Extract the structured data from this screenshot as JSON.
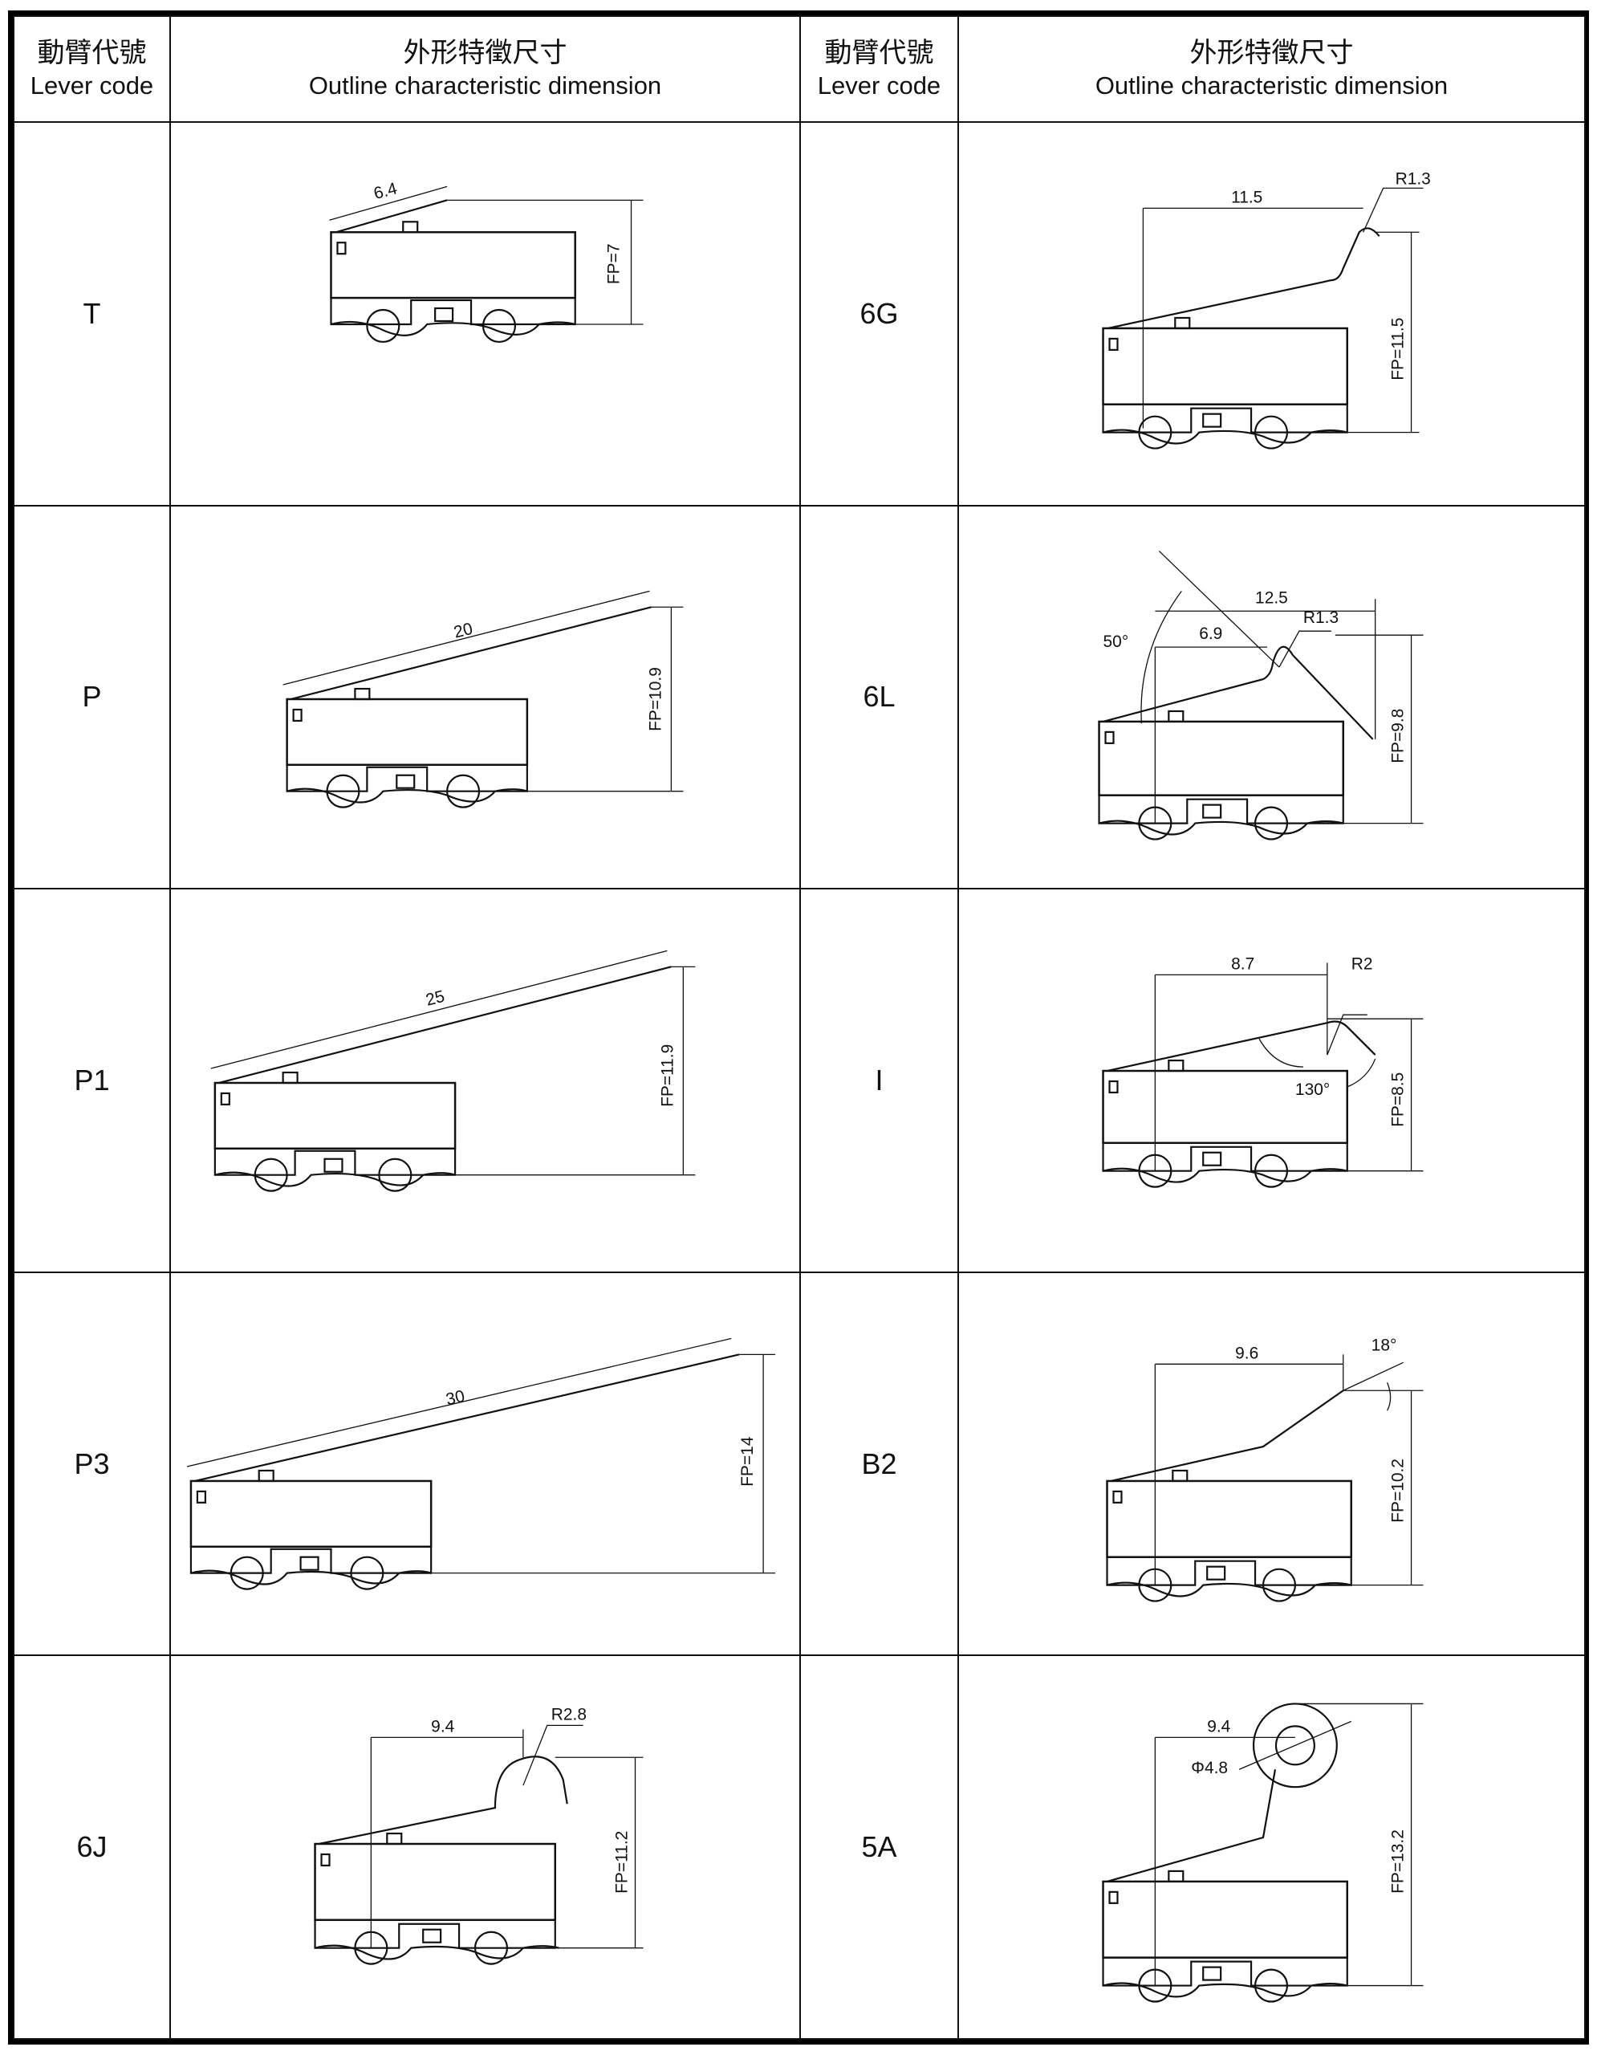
{
  "header": {
    "col_code_zh": "動臂代號",
    "col_code_en": "Lever code",
    "col_dim_zh": "外形特徵尺寸",
    "col_dim_en": "Outline characteristic dimension"
  },
  "rows": [
    {
      "left": {
        "code": "T",
        "width_label": "6.4",
        "fp_label": "FP=7",
        "lever_len": 6.4,
        "fp": 7
      },
      "right": {
        "code": "6G",
        "width_label": "11.5",
        "fp_label": "FP=11.5",
        "radius_label": "R1.3",
        "lever_len": 11.5,
        "fp": 11.5
      }
    },
    {
      "left": {
        "code": "P",
        "width_label": "20",
        "fp_label": "FP=10.9",
        "lever_len": 20,
        "fp": 10.9
      },
      "right": {
        "code": "6L",
        "width_label": "12.5",
        "width2_label": "6.9",
        "angle_label": "50°",
        "fp_label": "FP=9.8",
        "radius_label": "R1.3",
        "lever_len": 12.5,
        "fp": 9.8
      }
    },
    {
      "left": {
        "code": "P1",
        "width_label": "25",
        "fp_label": "FP=11.9",
        "lever_len": 25,
        "fp": 11.9
      },
      "right": {
        "code": "I",
        "width_label": "8.7",
        "angle_label": "130°",
        "fp_label": "FP=8.5",
        "radius_label": "R2",
        "lever_len": 8.7,
        "fp": 8.5
      }
    },
    {
      "left": {
        "code": "P3",
        "width_label": "30",
        "fp_label": "FP=14",
        "lever_len": 30,
        "fp": 14
      },
      "right": {
        "code": "B2",
        "width_label": "9.6",
        "angle_label": "18°",
        "fp_label": "FP=10.2",
        "lever_len": 9.6,
        "fp": 10.2
      }
    },
    {
      "left": {
        "code": "6J",
        "width_label": "9.4",
        "fp_label": "FP=11.2",
        "radius_label": "R2.8",
        "lever_len": 9.4,
        "fp": 11.2
      },
      "right": {
        "code": "5A",
        "width_label": "9.4",
        "diameter_label": "Φ4.8",
        "fp_label": "FP=13.2",
        "lever_len": 9.4,
        "fp": 13.2
      }
    }
  ]
}
